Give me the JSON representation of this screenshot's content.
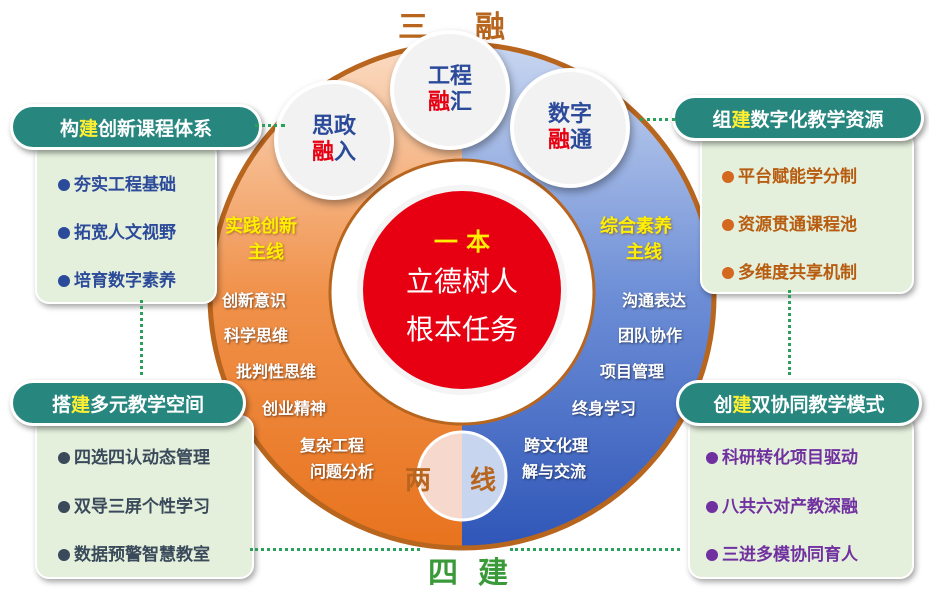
{
  "top_title": [
    "三",
    "融"
  ],
  "bottom_title": [
    "四",
    "建"
  ],
  "bubbles": [
    {
      "line1": "思政",
      "red": "融",
      "rest": "入"
    },
    {
      "line1": "工程",
      "red": "融",
      "rest": "汇"
    },
    {
      "line1": "数字",
      "red": "融",
      "rest": "通"
    }
  ],
  "center": {
    "title": "一 本",
    "line1": "立德树人",
    "line2": "根本任务"
  },
  "two_lines": [
    "两",
    "线"
  ],
  "left_line": {
    "title1": "实践创新",
    "title2": "主线",
    "items": [
      "创新意识",
      "科学思维",
      "批判性思维",
      "创业精神",
      "复杂工程",
      "问题分析"
    ]
  },
  "right_line": {
    "title1": "综合素养",
    "title2": "主线",
    "items": [
      "沟通表达",
      "团队协作",
      "项目管理",
      "终身学习",
      "跨文化理",
      "解与交流"
    ]
  },
  "boxes": [
    {
      "pre": "构",
      "hl": "建",
      "post": "创新课程体系",
      "bullet_color": "#2b4a9a",
      "text_color": "#2b4a9a",
      "items": [
        "夯实工程基础",
        "拓宽人文视野",
        "培育数字素养"
      ]
    },
    {
      "pre": "组",
      "hl": "建",
      "post": "数字化教学资源",
      "bullet_color": "#d2691e",
      "text_color": "#b85c10",
      "items": [
        "平台赋能学分制",
        "资源贯通课程池",
        "多维度共享机制"
      ]
    },
    {
      "pre": "搭",
      "hl": "建",
      "post": "多元教学空间",
      "bullet_color": "#3a4a5a",
      "text_color": "#3a4a5a",
      "items": [
        "四选四认动态管理",
        "双导三屏个性学习",
        "数据预警智慧教室"
      ]
    },
    {
      "pre": "创",
      "hl": "建",
      "post": "双协同教学模式",
      "bullet_color": "#7030a0",
      "text_color": "#7030a0",
      "items": [
        "科研转化项目驱动",
        "八共六对产教深融",
        "三进多模协同育人"
      ]
    }
  ]
}
